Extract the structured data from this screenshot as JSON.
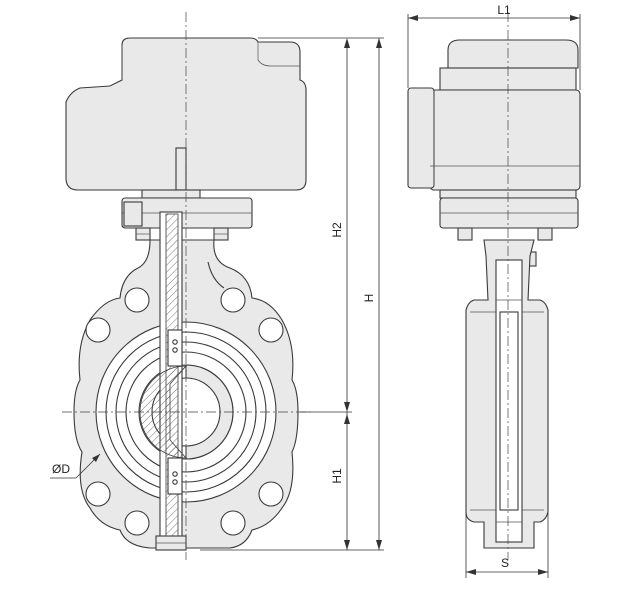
{
  "dimensions": {
    "H": "H",
    "H1": "H1",
    "H2": "H2",
    "L1": "L1",
    "S": "S",
    "D": "ØD"
  },
  "colors": {
    "line": "#3a3a3a",
    "fill": "#e9e9e9",
    "background": "#ffffff"
  }
}
